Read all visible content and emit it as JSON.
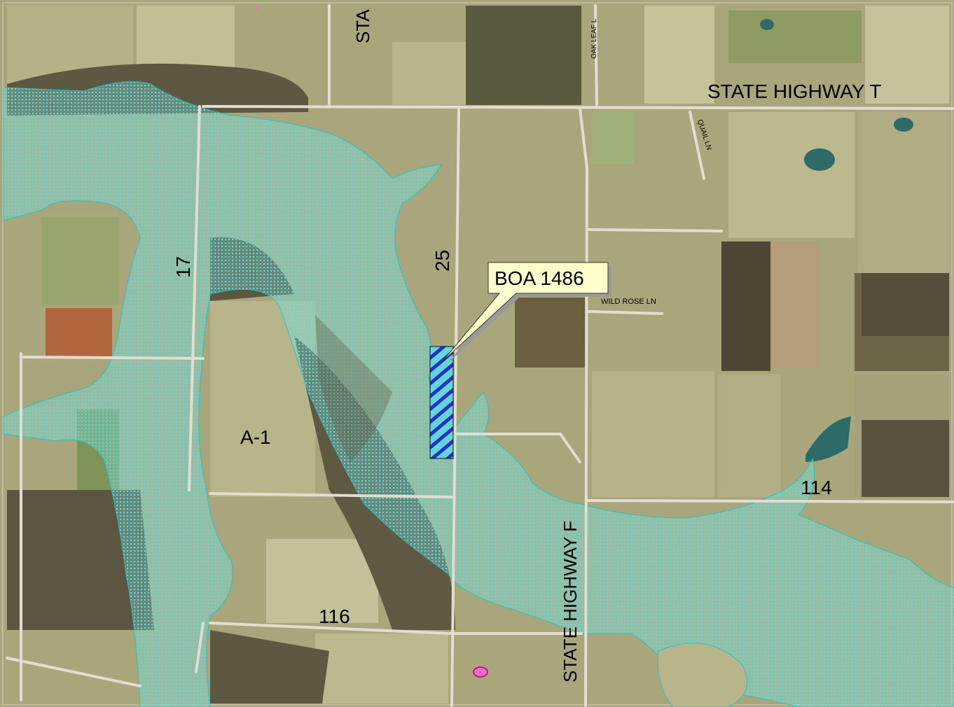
{
  "map": {
    "roads": {
      "state_highway_t": "STATE HIGHWAY T",
      "state_highway_f": "STATE HIGHWAY F",
      "state_highway_f_partial": "STA",
      "oak_leaf_ln": "OAK LEAF L",
      "quail_ln": "QUAIL LN",
      "wild_rose_ln": "WILD ROSE LN"
    },
    "road_numbers": {
      "r17": "17",
      "r25": "25",
      "r114": "114",
      "r116": "116"
    },
    "zoning": "A-1",
    "callout": "BOA 1486",
    "colors": {
      "floodplain": "#5fd9d6",
      "subject_parcel": "#2b2bd6",
      "callout_fill": "#ffffcc",
      "field": "#b8b488",
      "forest": "#5b5640",
      "road": "#e2ddd0",
      "pond": "#2c6b67",
      "marker": "#ff66cc"
    }
  }
}
